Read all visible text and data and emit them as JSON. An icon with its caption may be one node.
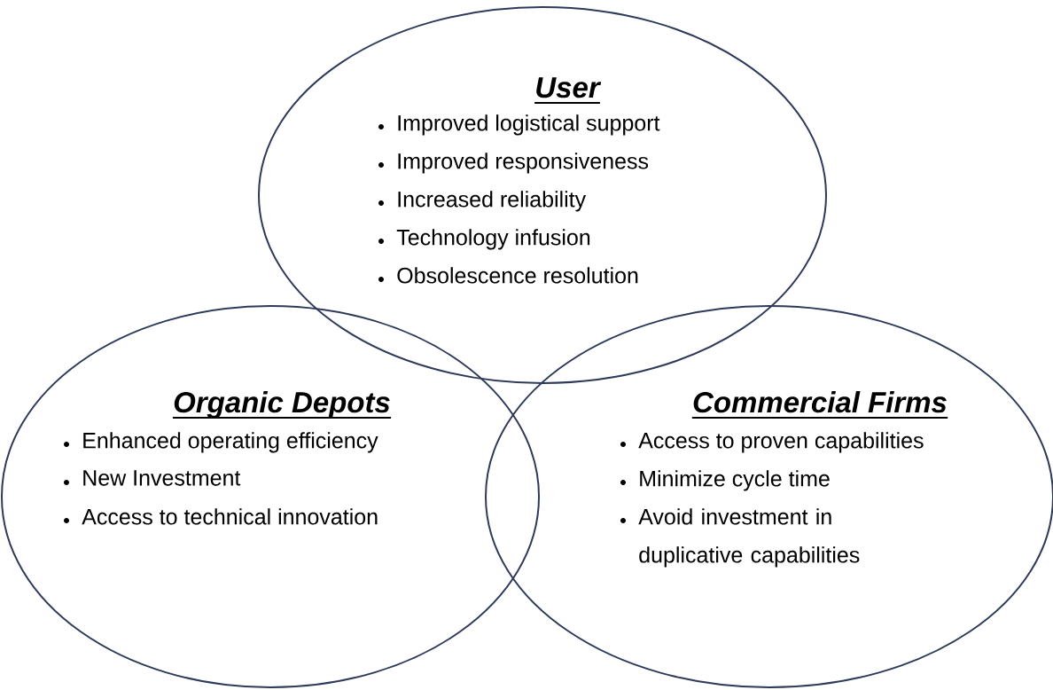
{
  "diagram": {
    "nodes": [
      {
        "text": [
          "User",
          "Improved logistical support",
          "Improved responsiveness",
          "Increased reliability",
          "Technology infusion",
          "Obsolescence resolution"
        ]
      },
      {
        "text": [
          "Organic Depots",
          "Enhanced operating efficiency",
          "New Investment",
          "Access to technical innovation"
        ]
      },
      {
        "text": [
          "Commercial Firms",
          "Access to proven capabilities",
          "Minimize cycle time",
          "Avoid investment in duplicative capabilities"
        ]
      }
    ]
  }
}
